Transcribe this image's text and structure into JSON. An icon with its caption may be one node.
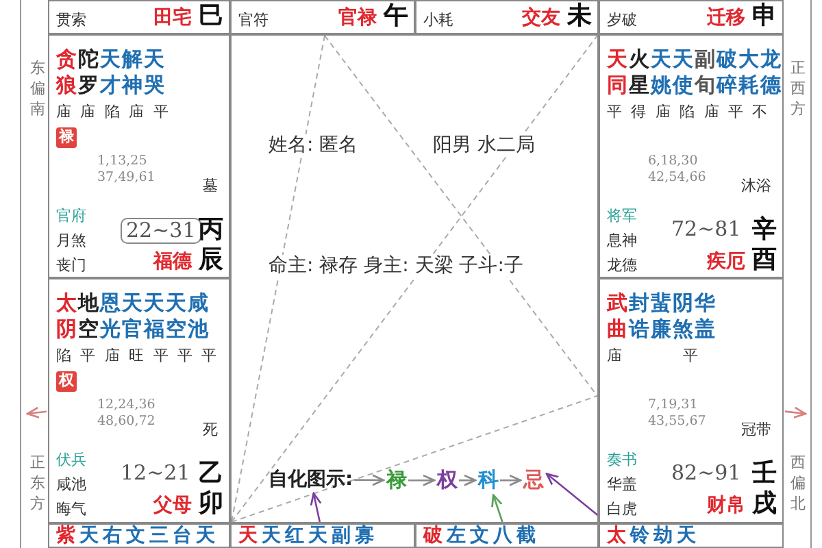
{
  "diagram": {
    "nodes": [
      {
        "text": [
          "贯索",
          "田宅",
          "巳"
        ]
      },
      {
        "text": [
          "官符",
          "官禄",
          "午"
        ]
      },
      {
        "text": [
          "小耗",
          "交友",
          "未"
        ]
      },
      {
        "text": [
          "岁破",
          "迁移",
          "申"
        ]
      },
      {
        "text": [
          "贪狼",
          "陀罗",
          "天才",
          "解神",
          "天哭",
          "庙 庙 陷 庙 平",
          "禄",
          "1,13,25 37,49,61",
          "墓",
          "官府",
          "月煞",
          "丧门",
          "22~31",
          "丙",
          "福德",
          "辰"
        ]
      },
      {
        "text": [
          "姓名: 匿名",
          "阳男 水二局",
          "命主: 禄存 身主: 天梁 子斗:子"
        ]
      },
      {
        "text": [
          "自化图示:"
        ],
        "in": 5
      },
      {
        "text": [
          "禄"
        ],
        "in": 5
      },
      {
        "text": [
          "权"
        ],
        "in": 5
      },
      {
        "text": [
          "科"
        ],
        "in": 5
      },
      {
        "text": [
          "忌"
        ],
        "in": 5
      },
      {
        "text": [
          "天同",
          "火星",
          "天姚",
          "天使",
          "副旬",
          "破碎",
          "大耗",
          "龙德",
          "平 得 庙 陷 庙 平 不",
          "6,18,30 42,54,66",
          "沐浴",
          "将军",
          "息神",
          "龙德",
          "72~81",
          "辛",
          "疾厄",
          "酉"
        ]
      },
      {
        "text": [
          "太阴",
          "地空",
          "恩光",
          "天官",
          "天福",
          "天空",
          "咸池",
          "陷 平 庙 旺 平 平 平",
          "权",
          "12,24,36 48,60,72",
          "死",
          "伏兵",
          "咸池",
          "晦气",
          "12~21",
          "乙",
          "父母",
          "卯"
        ]
      },
      {
        "text": [
          "武曲",
          "封诰",
          "蜚廉",
          "阴煞",
          "华盖",
          "庙 平",
          "7,19,31 43,55,67",
          "冠带",
          "奏书",
          "华盖",
          "白虎",
          "82~91",
          "壬",
          "财帛",
          "戌"
        ]
      },
      {
        "text": [
          "紫天右文三台天"
        ]
      },
      {
        "text": [
          "天天红天副寡"
        ]
      },
      {
        "text": [
          "破左文八截"
        ]
      },
      {
        "text": [
          "太铃劫天"
        ]
      }
    ],
    "edges": [
      {
        "from": 6,
        "to": 7,
        "arrow": "to"
      },
      {
        "from": 7,
        "to": 8,
        "arrow": "to"
      },
      {
        "from": 8,
        "to": 9,
        "arrow": "to"
      },
      {
        "from": 9,
        "to": 10,
        "arrow": "to"
      },
      {
        "from": 15,
        "to": 6,
        "arrow": "to",
        "color": "#7b3f9e"
      },
      {
        "from": 16,
        "to": 9,
        "arrow": "to",
        "color": "#5aa05a"
      },
      {
        "from": 13,
        "to": 10,
        "arrow": "to",
        "color": "#7b3f9e"
      },
      {
        "from": 12,
        "to": null,
        "arrow": "to",
        "color": "#d98080"
      },
      {
        "from": 13,
        "to": null,
        "arrow": "to",
        "color": "#d98080"
      }
    ],
    "labels": [
      "东偏南",
      "正西方",
      "正东方",
      "西偏北"
    ]
  }
}
